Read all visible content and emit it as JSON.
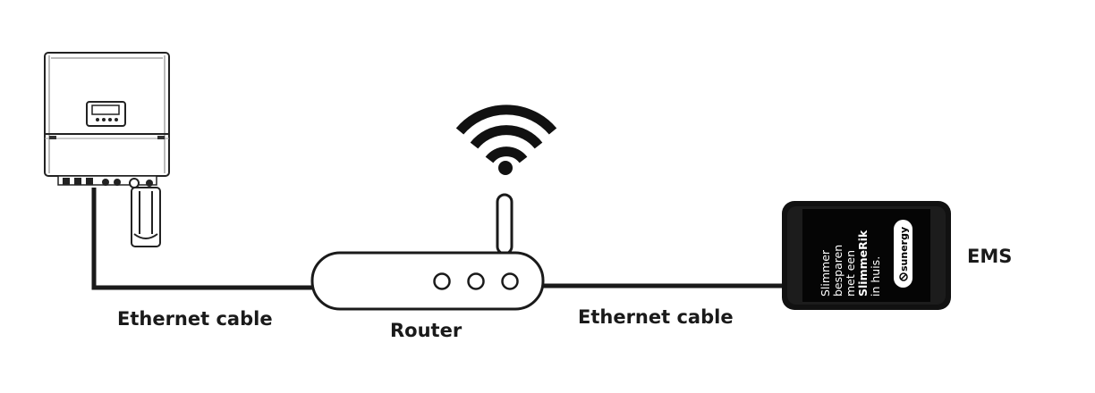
{
  "labels": {
    "ethernet_left": "Ethernet cable",
    "router": "Router",
    "ethernet_right": "Ethernet cable",
    "ems": "EMS"
  },
  "ems_screen": {
    "line1": "Slimmer",
    "line2": "besparen",
    "line3": "met een",
    "line4": "SlimmeRik",
    "line5": "in huis.",
    "brand": "sunergy"
  },
  "colors": {
    "line": "#1a1a1a",
    "device_body": "#111111",
    "screen": "#0a0a0a",
    "background": "#ffffff"
  },
  "icons": [
    "inverter-icon",
    "router-icon",
    "wifi-icon",
    "ems-device-icon"
  ]
}
